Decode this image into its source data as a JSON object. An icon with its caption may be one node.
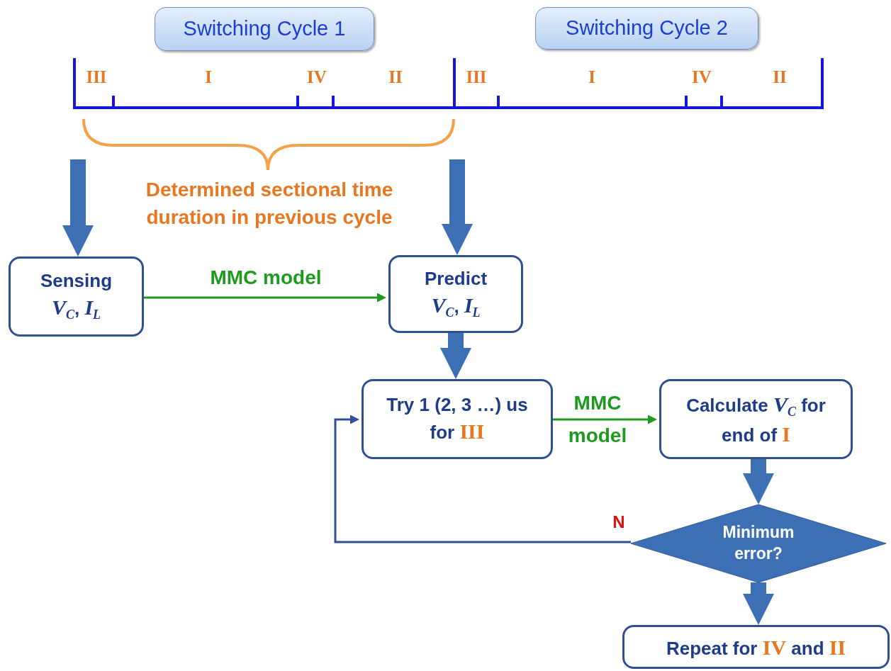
{
  "diagram": {
    "nodes": [
      {
        "text": [
          "Switching Cycle 1"
        ]
      },
      {
        "text": [
          "Switching Cycle 2"
        ]
      },
      {
        "text": [],
        "shape": "brace"
      },
      {
        "text": [
          "Sensing",
          "*V*$_{C}$, *I*$_{L}$"
        ]
      },
      {
        "text": [
          "Predict",
          "*V*$_{C}$, *I*$_{L}$"
        ]
      },
      {
        "text": [
          "Try 1 (2, 3 …) us for **III**"
        ]
      },
      {
        "text": [
          "Calculate *V*$_{C}$ for end of **I**"
        ]
      },
      {
        "text": [
          "Minimum error?"
        ]
      },
      {
        "text": [
          "Repeat for **IV** and **II**"
        ]
      }
    ],
    "edges": [
      {
        "from": 2,
        "to": 3,
        "arrow": "to"
      },
      {
        "from": 2,
        "to": 4,
        "arrow": "to"
      },
      {
        "from": 3,
        "to": 4,
        "arrow": "to",
        "label": "MMC model",
        "color": "#1e9a1e"
      },
      {
        "from": 4,
        "to": 5,
        "arrow": "to"
      },
      {
        "from": 5,
        "to": 6,
        "arrow": "to",
        "label": "MMC model",
        "color": "#1e9a1e"
      },
      {
        "from": 6,
        "to": 7,
        "arrow": "to"
      },
      {
        "from": 7,
        "to": 5,
        "arrow": "to",
        "label": "N",
        "color": "#2f4f9a"
      },
      {
        "from": 7,
        "to": 8,
        "arrow": "to"
      }
    ],
    "labels": [
      "III",
      "I",
      "IV",
      "II",
      "III",
      "I",
      "IV",
      "II",
      "Determined sectional time duration in previous cycle"
    ]
  }
}
